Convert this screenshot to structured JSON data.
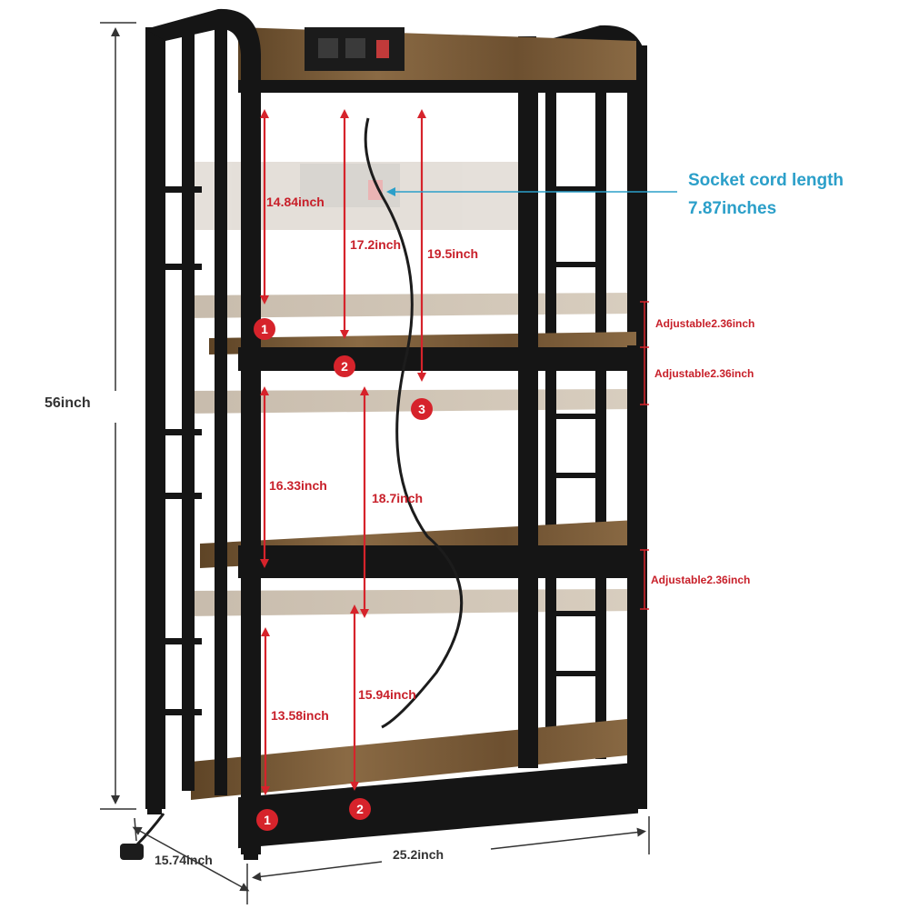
{
  "dimensions": {
    "height": "56inch",
    "depth": "15.74inch",
    "width": "25.2inch"
  },
  "spacing": {
    "upper_1": "14.84inch",
    "upper_2": "17.2inch",
    "upper_3": "19.5inch",
    "middle_1": "16.33inch",
    "middle_2": "18.7inch",
    "lower_1": "13.58inch",
    "lower_2": "15.94inch"
  },
  "adjustable": {
    "a": "Adjustable2.36inch",
    "b": "Adjustable2.36inch",
    "c": "Adjustable2.36inch"
  },
  "socket": {
    "line1": "Socket cord length",
    "line2": "7.87inches"
  },
  "badges": {
    "b1": "1",
    "b2": "2",
    "b3": "3",
    "b4": "1",
    "b5": "2"
  },
  "colors": {
    "frame": "#151515",
    "wood": "#7a5a36",
    "measure": "#d6232b",
    "callout": "#2b9fc9"
  }
}
